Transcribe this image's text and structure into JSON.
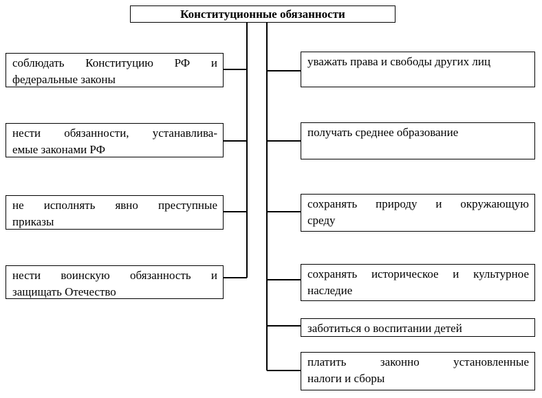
{
  "title": "Конституционные обязанности",
  "left_boxes": [
    {
      "lines": [
        "соблюдать Конституцию РФ и",
        "федеральные законы"
      ]
    },
    {
      "lines": [
        "нести обязанности, устанавлива-",
        "емые законами РФ"
      ]
    },
    {
      "lines": [
        "не исполнять явно преступные",
        "приказы"
      ]
    },
    {
      "lines": [
        "нести воинскую обязанность и",
        "защищать Отечество"
      ]
    }
  ],
  "right_boxes": [
    {
      "lines": [
        "уважать права и свободы других лиц"
      ]
    },
    {
      "lines": [
        "получать среднее образование"
      ]
    },
    {
      "lines": [
        "сохранять природу и окружающую",
        "среду"
      ]
    },
    {
      "lines": [
        "сохранять историческое и культурное",
        "наследие"
      ]
    },
    {
      "lines": [
        "заботиться о воспитании детей"
      ]
    },
    {
      "lines": [
        "платить законно установленные",
        "налоги и сборы"
      ]
    }
  ],
  "colors": {
    "line": "#000000",
    "text": "#000000",
    "background": "#ffffff"
  }
}
